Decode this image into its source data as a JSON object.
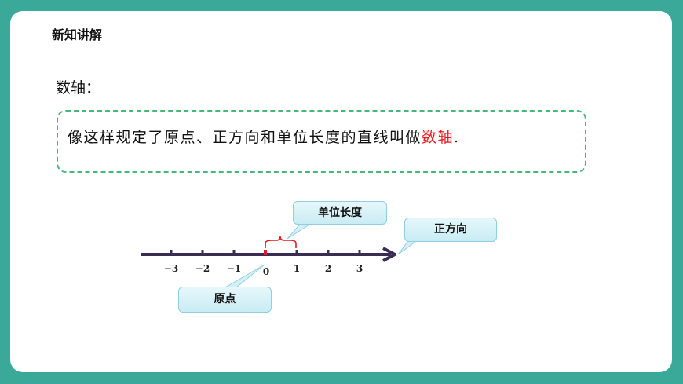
{
  "section_title": "新知讲解",
  "term_heading": "数轴：",
  "definition": {
    "text_before": "像这样规定了原点、正方向和单位长度的直线叫做",
    "keyword": "数轴",
    "text_after": "."
  },
  "callouts": {
    "unit_length": "单位长度",
    "positive_direction": "正方向",
    "origin": "原点"
  },
  "number_line": {
    "ticks": [
      "−3",
      "−2",
      "−1",
      "0",
      "1",
      "2",
      "3"
    ],
    "axis_color": "#3a2c52",
    "origin_color": "#e8181c"
  },
  "colors": {
    "frame": "#3aa99a",
    "dashed_border": "#46b97a",
    "keyword": "#e8181c"
  }
}
